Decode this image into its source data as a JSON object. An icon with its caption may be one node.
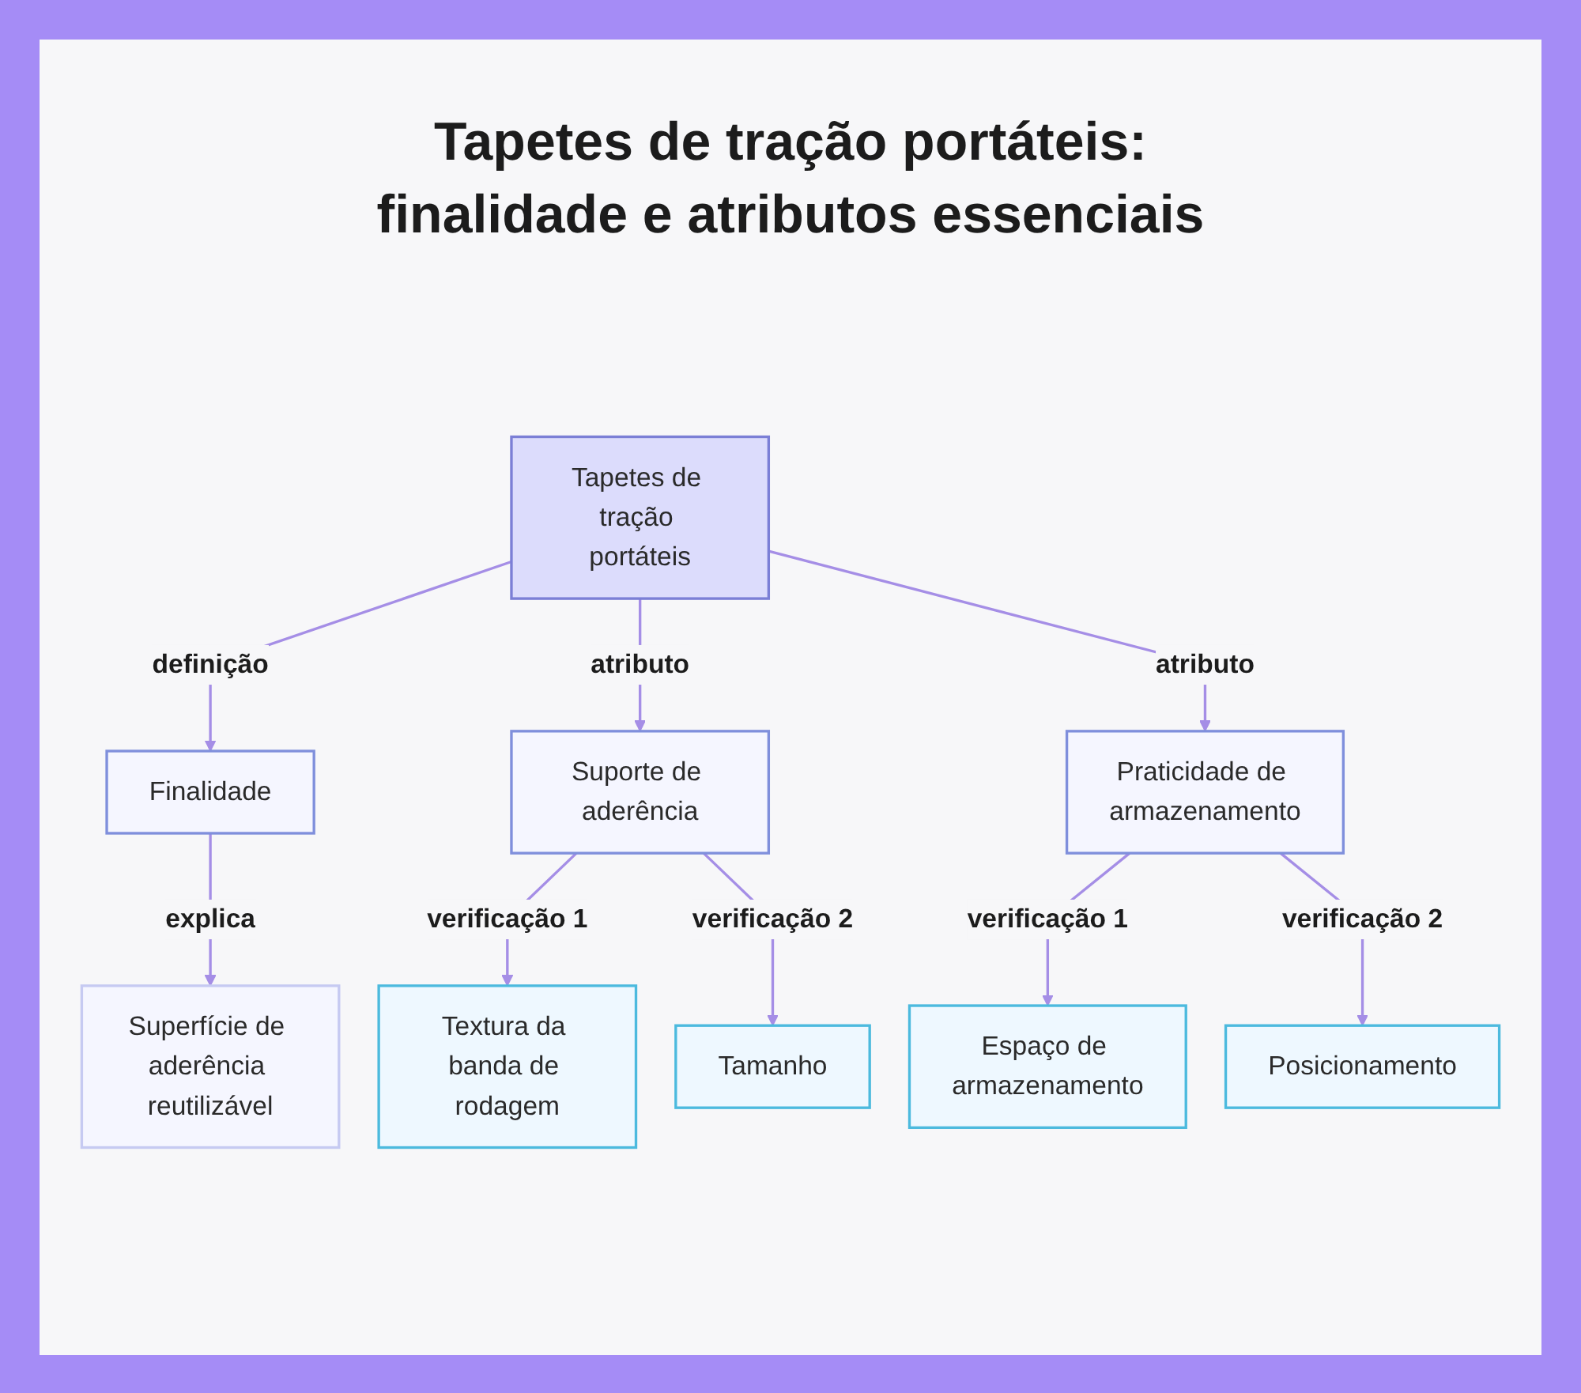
{
  "diagram": {
    "title": "Tapetes de tração portáteis: finalidade e atributos essenciais",
    "nodes": [
      {
        "text": [
          "Tapetes de tração portáteis"
        ]
      },
      {
        "text": [
          "Finalidade"
        ]
      },
      {
        "text": [
          "Suporte de aderência"
        ]
      },
      {
        "text": [
          "Praticidade de armazenamento"
        ]
      },
      {
        "text": [
          "Superfície de aderência reutilizável"
        ]
      },
      {
        "text": [
          "Textura da banda de rodagem"
        ]
      },
      {
        "text": [
          "Tamanho"
        ]
      },
      {
        "text": [
          "Espaço de armazenamento"
        ]
      },
      {
        "text": [
          "Posicionamento"
        ]
      }
    ],
    "edges": [
      {
        "from": 0,
        "to": 1,
        "arrow": "to",
        "label": "definição"
      },
      {
        "from": 0,
        "to": 2,
        "arrow": "to",
        "label": "atributo"
      },
      {
        "from": 0,
        "to": 3,
        "arrow": "to",
        "label": "atributo"
      },
      {
        "from": 1,
        "to": 4,
        "arrow": "to",
        "label": "explica"
      },
      {
        "from": 2,
        "to": 5,
        "arrow": "to",
        "label": "verificação 1"
      },
      {
        "from": 2,
        "to": 6,
        "arrow": "to",
        "label": "verificação 2"
      },
      {
        "from": 3,
        "to": 7,
        "arrow": "to",
        "label": "verificação 1"
      },
      {
        "from": 3,
        "to": 8,
        "arrow": "to",
        "label": "verificação 2"
      }
    ]
  }
}
